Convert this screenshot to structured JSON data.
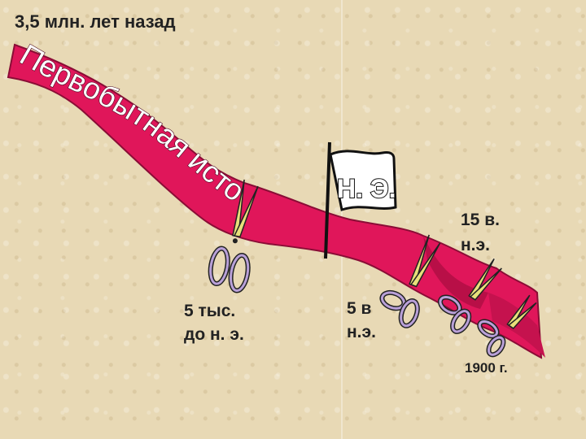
{
  "title": "3,5 млн. лет назад",
  "ribbon_text": "Первобытная история",
  "flag_text": "Н. Э.",
  "labels": {
    "label_5k_line1": "5 тыс.",
    "label_5k_line2": "до н. э.",
    "label_5c_line1": "5 в",
    "label_5c_line2": "н.э.",
    "label_15c_line1": "15 в.",
    "label_15c_line2": "н.э.",
    "label_1900": "1900 г."
  },
  "colors": {
    "ribbon": "#e0165a",
    "ribbon_dark": "#8a0d36",
    "scissors_handle": "#b9a0d8",
    "blade": "#e8e07a"
  },
  "icons": [
    "scissors-icon",
    "flag-icon"
  ]
}
